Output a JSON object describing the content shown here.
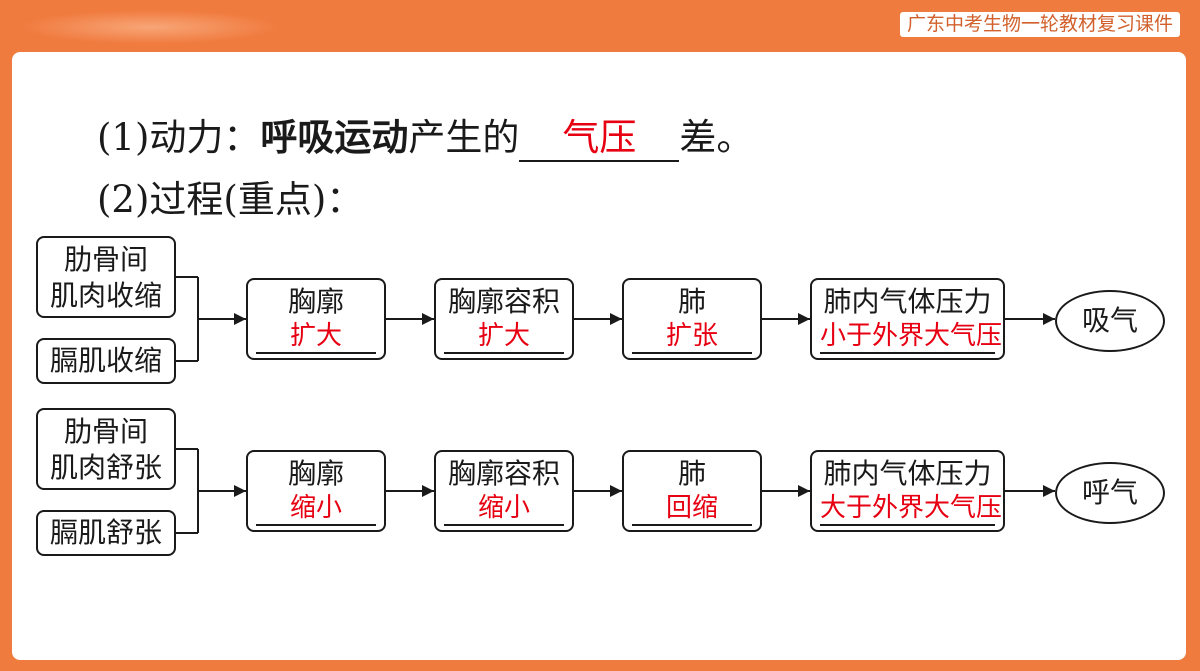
{
  "header": {
    "badge": "广东中考生物一轮教材复习课件"
  },
  "intro": {
    "line1": {
      "prefix": "(1)动力：",
      "emphasis": "呼吸运动",
      "middle": "产生的",
      "blank_answer": "气压",
      "suffix": "差。"
    },
    "line2": "(2)过程(重点)："
  },
  "flows": [
    {
      "causes": [
        {
          "line1": "肋骨间",
          "line2": "肌肉收缩"
        },
        {
          "line1": "膈肌收缩"
        }
      ],
      "steps": [
        {
          "label": "胸廓",
          "answer": "扩大"
        },
        {
          "label": "胸廓容积",
          "answer": "扩大"
        },
        {
          "label": "肺",
          "answer": "扩张"
        },
        {
          "label": "肺内气体压力",
          "answer": "小于外界大气压"
        }
      ],
      "result": "吸气"
    },
    {
      "causes": [
        {
          "line1": "肋骨间",
          "line2": "肌肉舒张"
        },
        {
          "line1": "膈肌舒张"
        }
      ],
      "steps": [
        {
          "label": "胸廓",
          "answer": "缩小"
        },
        {
          "label": "胸廓容积",
          "answer": "缩小"
        },
        {
          "label": "肺",
          "answer": "回缩"
        },
        {
          "label": "肺内气体压力",
          "answer": "大于外界大气压"
        }
      ],
      "result": "呼气"
    }
  ],
  "colors": {
    "frame": "#F07B3F",
    "answer": "#E60012",
    "ink": "#1A1A1A",
    "badge_text": "#D2602C"
  }
}
